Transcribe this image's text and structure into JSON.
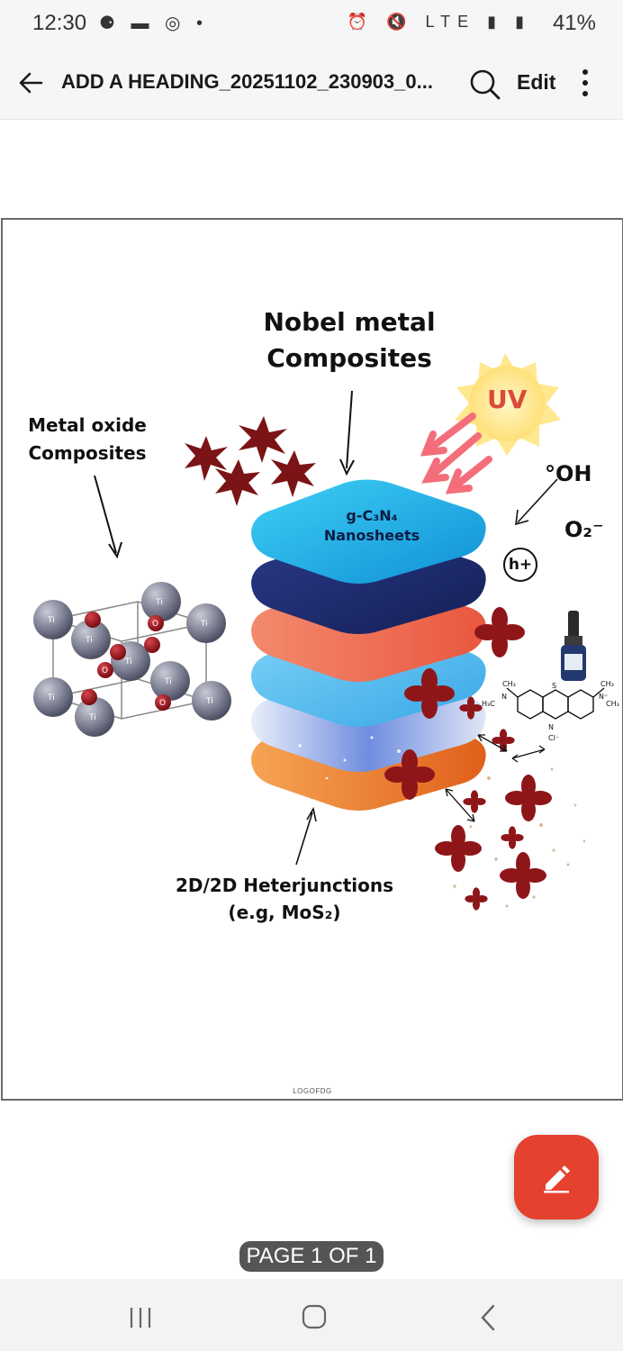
{
  "status_bar": {
    "time": "12:30",
    "left_icons": "⚈ ▬ ◎ •",
    "right_icons": "⏰ 🔇 LTE ▮ ▮",
    "battery": "41%"
  },
  "app_bar": {
    "title": "ADD A HEADING_20251102_230903_0...",
    "edit_label": "Edit",
    "icons": [
      "back-arrow-icon",
      "search-icon",
      "more-vert-icon"
    ]
  },
  "document": {
    "heading_nobel": "Nobel metal\nComposites",
    "label_metal_oxide": "Metal oxide\nComposites",
    "label_heterojunction": "2D/2D Heterjunctions\n(e.g, MoS₂)",
    "label_gcn": "g-C₃N₄\nNanosheets",
    "label_uv": "UV",
    "label_oh": "°OH",
    "label_o2": "O₂⁻",
    "label_h": "h+",
    "footer_logo": "LOGOFDG",
    "atom_ti": "Ti",
    "atom_o": "O"
  },
  "page_indicator": "PAGE 1 OF 1",
  "colors": {
    "fab": "#e5412f",
    "accent_red": "#7a1416",
    "layer_cyan": "#29aee8",
    "layer_navy": "#1d2d6e",
    "layer_coral": "#f1735f",
    "layer_orange": "#f07a22"
  }
}
